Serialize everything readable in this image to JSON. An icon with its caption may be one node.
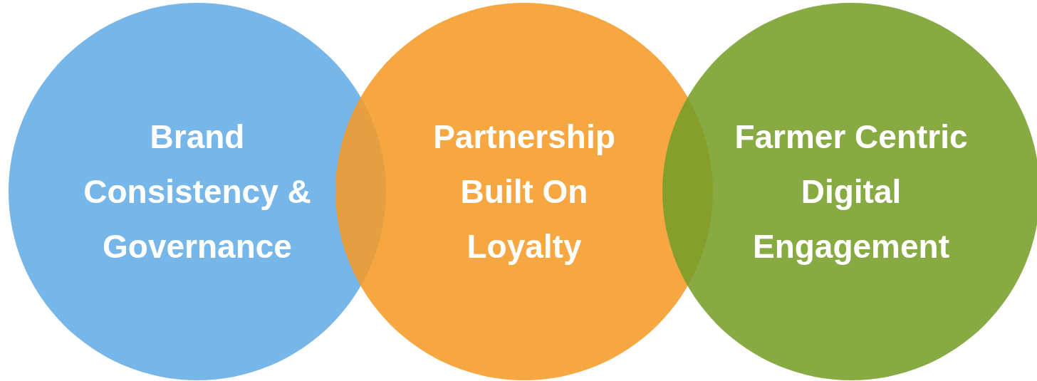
{
  "diagram": {
    "nodes": [
      {
        "text": [
          "Brand Consistency & Governance"
        ]
      },
      {
        "text": [
          "Partnership Built On Loyalty"
        ]
      },
      {
        "text": [
          "Farmer Centric Digital Engagement"
        ]
      }
    ]
  }
}
